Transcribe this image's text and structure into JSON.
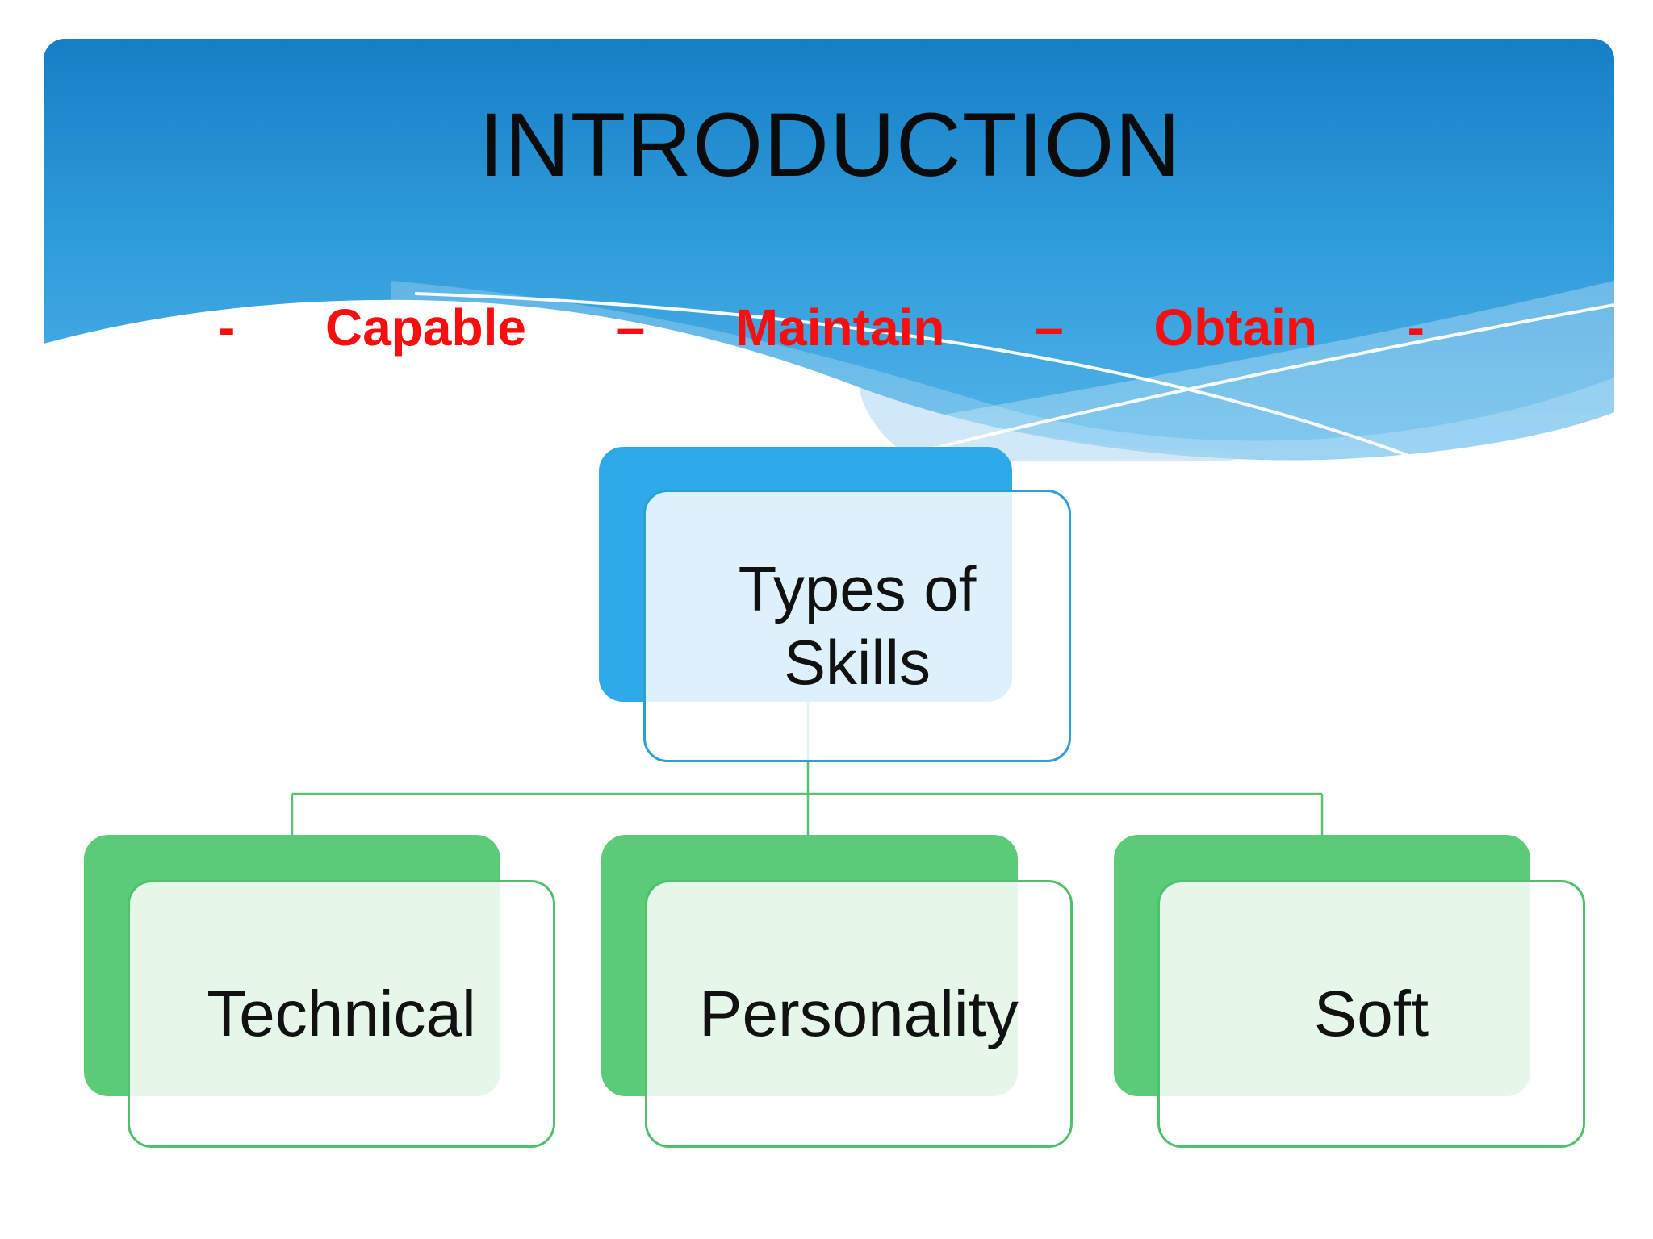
{
  "slide": {
    "title": "INTRODUCTION",
    "subtitle_tokens": [
      "-",
      "Capable",
      "–",
      "Maintain",
      "–",
      "Obtain",
      "-"
    ],
    "colors": {
      "header_gradient_top": "#157FC5",
      "header_gradient_mid": "#2F9CDB",
      "header_gradient_bottom": "#57B8EC",
      "wave_white": "#FFFFFF",
      "title_color": "#0B0B0B",
      "subtitle_red": "#F80E0E",
      "accent_blue": "#2FAAE9",
      "accent_green": "#5BCB78",
      "node_border_blue": "#2C9FD8",
      "node_border_green": "#4FC06C",
      "node_card_fill": "rgba(255,255,255,0.84)",
      "connector_green": "#5CC273",
      "node_text": "#111111"
    }
  },
  "diagram": {
    "type": "hierarchy",
    "root": {
      "label": "Types of Skills"
    },
    "children": [
      {
        "label": "Technical"
      },
      {
        "label": "Personality"
      },
      {
        "label": "Soft"
      }
    ]
  }
}
